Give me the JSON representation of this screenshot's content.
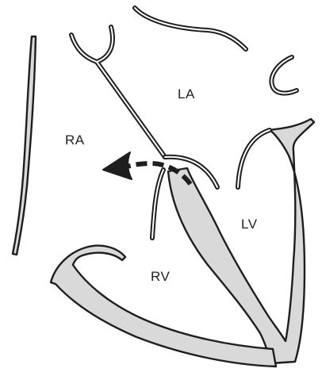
{
  "labels": {
    "la": "LA",
    "ra": "RA",
    "lv": "LV",
    "rv": "RV"
  },
  "colors": {
    "outline": "#1e1e1e",
    "wall_fill": "#d9d9d9",
    "background": "#ffffff"
  }
}
